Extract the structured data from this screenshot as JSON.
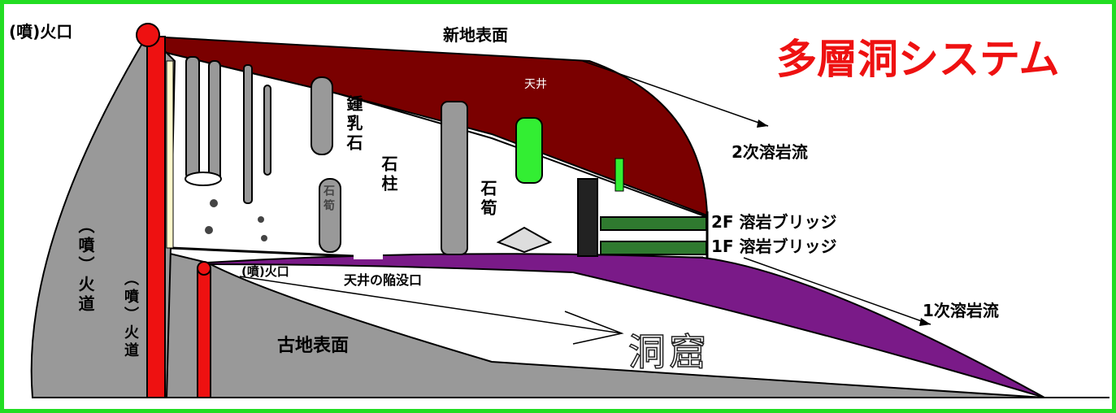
{
  "title": "多層洞システム",
  "labels": {
    "vent_top": "(噴)火口",
    "new_surface": "新地表面",
    "ceiling": "天井",
    "stalactite": "鍾乳石",
    "stone_pillar": "石柱",
    "stalagmite": "石筍",
    "stalagmite_small": "石筍",
    "secondary_flow": "2次溶岩流",
    "bridge_2f": "2F 溶岩ブリッジ",
    "bridge_1f": "1F 溶岩ブリッジ",
    "primary_flow": "1次溶岩流",
    "conduit_left": "（噴）火道",
    "conduit_right": "（噴）火道",
    "vent_lower": "(噴)火口",
    "collapse_hole": "天井の陥没口",
    "old_surface": "古地表面",
    "cave": "洞窟"
  },
  "colors": {
    "ceiling": "#7a0000",
    "lava_red": "#ee1111",
    "ground_gray": "#999999",
    "lava_purple": "#7a1a88",
    "bridge_green": "#2f7a2f",
    "frame": "#22dd22",
    "title": "#ee1111"
  }
}
